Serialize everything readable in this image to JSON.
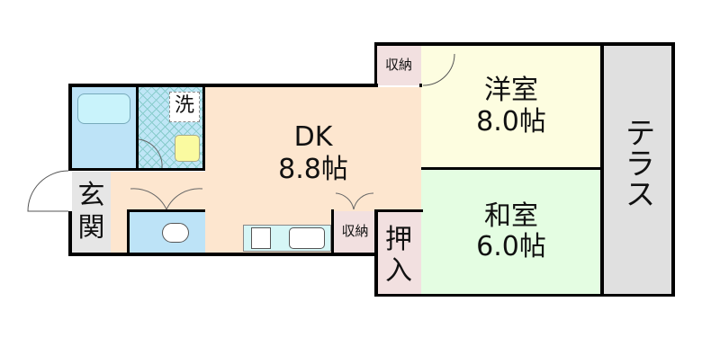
{
  "floorplan": {
    "rooms": {
      "dk": {
        "name": "DK",
        "size": "8.8帖",
        "color": "#fde6cf"
      },
      "western": {
        "name": "洋室",
        "size": "8.0帖",
        "color": "#fdfde0"
      },
      "japanese": {
        "name": "和室",
        "size": "6.0帖",
        "color": "#e4fde2"
      },
      "terrace": {
        "name": "テラス",
        "color": "#e0e0e0"
      },
      "entrance": {
        "name_line1": "玄",
        "name_line2": "関",
        "color": "#e6e6e6"
      },
      "washroom": {
        "name": "洗",
        "color": "#bfe6f6"
      },
      "storage_top": {
        "name": "収納",
        "color": "#f2e0e0"
      },
      "storage_mid": {
        "name": "収納",
        "color": "#f2e0e0"
      },
      "closet": {
        "name_line1": "押",
        "name_line2": "入",
        "color": "#f2e0e0"
      },
      "bath": {
        "color": "#bde3f7"
      },
      "toilet": {
        "color": "#bde3f7"
      }
    }
  }
}
